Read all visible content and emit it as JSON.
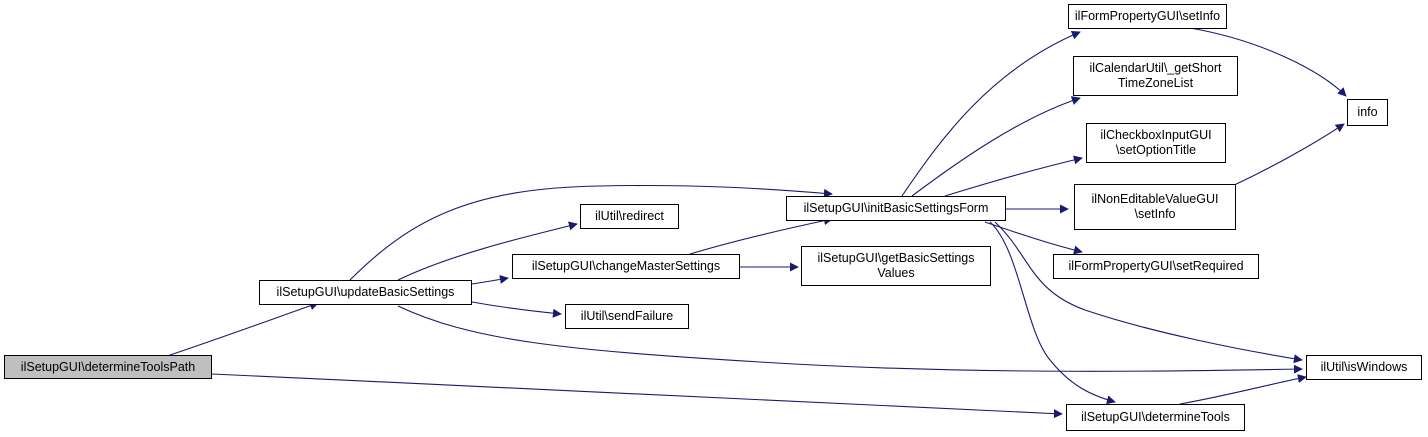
{
  "colors": {
    "edge": "#191970",
    "node_border": "#000000",
    "node_fill": "#ffffff",
    "root_fill": "#bfbfbf"
  },
  "nodes": {
    "determineToolsPath": {
      "line1": "ilSetupGUI\\determineToolsPath",
      "line2": ""
    },
    "updateBasicSettings": {
      "line1": "ilSetupGUI\\updateBasicSettings",
      "line2": ""
    },
    "initBasicSettingsForm": {
      "line1": "ilSetupGUI\\initBasicSettingsForm",
      "line2": ""
    },
    "redirect": {
      "line1": "ilUtil\\redirect",
      "line2": ""
    },
    "changeMasterSettings": {
      "line1": "ilSetupGUI\\changeMasterSettings",
      "line2": ""
    },
    "sendFailure": {
      "line1": "ilUtil\\sendFailure",
      "line2": ""
    },
    "getBasicSettingsValues": {
      "line1": "ilSetupGUI\\getBasicSettings",
      "line2": "Values"
    },
    "setInfo": {
      "line1": "ilFormPropertyGUI\\setInfo",
      "line2": ""
    },
    "getShortTimeZoneList": {
      "line1": "ilCalendarUtil\\_getShort",
      "line2": "TimeZoneList"
    },
    "setOptionTitle": {
      "line1": "ilCheckboxInputGUI",
      "line2": "\\setOptionTitle"
    },
    "nonEditableSetInfo": {
      "line1": "ilNonEditableValueGUI",
      "line2": "\\setInfo"
    },
    "setRequired": {
      "line1": "ilFormPropertyGUI\\setRequired",
      "line2": ""
    },
    "isWindows": {
      "line1": "ilUtil\\isWindows",
      "line2": ""
    },
    "determineTools": {
      "line1": "ilSetupGUI\\determineTools",
      "line2": ""
    },
    "info": {
      "line1": "info",
      "line2": ""
    }
  },
  "edges": [
    {
      "from": "determineToolsPath",
      "to": "updateBasicSettings"
    },
    {
      "from": "determineToolsPath",
      "to": "determineTools"
    },
    {
      "from": "updateBasicSettings",
      "to": "initBasicSettingsForm"
    },
    {
      "from": "updateBasicSettings",
      "to": "redirect"
    },
    {
      "from": "updateBasicSettings",
      "to": "changeMasterSettings"
    },
    {
      "from": "updateBasicSettings",
      "to": "sendFailure"
    },
    {
      "from": "updateBasicSettings",
      "to": "isWindows"
    },
    {
      "from": "changeMasterSettings",
      "to": "initBasicSettingsForm"
    },
    {
      "from": "changeMasterSettings",
      "to": "getBasicSettingsValues"
    },
    {
      "from": "initBasicSettingsForm",
      "to": "setInfo"
    },
    {
      "from": "initBasicSettingsForm",
      "to": "getShortTimeZoneList"
    },
    {
      "from": "initBasicSettingsForm",
      "to": "setOptionTitle"
    },
    {
      "from": "initBasicSettingsForm",
      "to": "nonEditableSetInfo"
    },
    {
      "from": "initBasicSettingsForm",
      "to": "setRequired"
    },
    {
      "from": "initBasicSettingsForm",
      "to": "isWindows"
    },
    {
      "from": "initBasicSettingsForm",
      "to": "determineTools"
    },
    {
      "from": "setInfo",
      "to": "info"
    },
    {
      "from": "nonEditableSetInfo",
      "to": "info"
    },
    {
      "from": "determineTools",
      "to": "isWindows"
    }
  ]
}
